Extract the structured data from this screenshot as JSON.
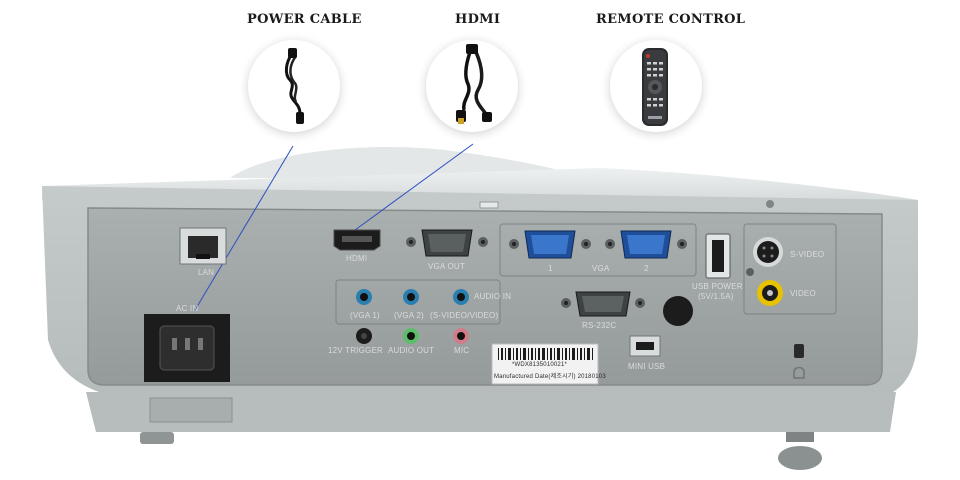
{
  "accessories": [
    {
      "label": "POWER CABLE",
      "icon": "power-cable-icon"
    },
    {
      "label": "HDMI",
      "icon": "hdmi-cable-icon"
    },
    {
      "label": "REMOTE CONTROL",
      "icon": "remote-control-icon"
    }
  ],
  "panel_labels": {
    "lan": "LAN",
    "ac_in": "AC IN",
    "hdmi": "HDMI",
    "vga_out": "VGA OUT",
    "vga_1": "1",
    "vga_group": "VGA",
    "vga_2": "2",
    "audio_in": "AUDIO IN",
    "vga1_audio": "(VGA 1)",
    "vga2_audio": "(VGA 2)",
    "svideo_video_audio": "(S-VIDEO/VIDEO)",
    "trigger_12v": "12V TRIGGER",
    "audio_out": "AUDIO OUT",
    "mic": "MIC",
    "rs232c": "RS-232C",
    "usb_power": "USB POWER",
    "usb_power_rating": "(5V/1.5A)",
    "s_video": "S-VIDEO",
    "video": "VIDEO",
    "mini_usb": "MINI USB"
  },
  "sticker": {
    "serial": "*WDX8135010021*",
    "manufactured": "Manufactured Date(제조시기) 20180103"
  },
  "colors": {
    "body": "#c8cdcd",
    "panel": "#9ea3a3",
    "audio_blue": "#2a7fb0",
    "audio_green": "#5bbf6a",
    "mic_pink": "#d07c8a",
    "vga_blue": "#2f6ec0",
    "rca_yellow": "#e8c200"
  }
}
